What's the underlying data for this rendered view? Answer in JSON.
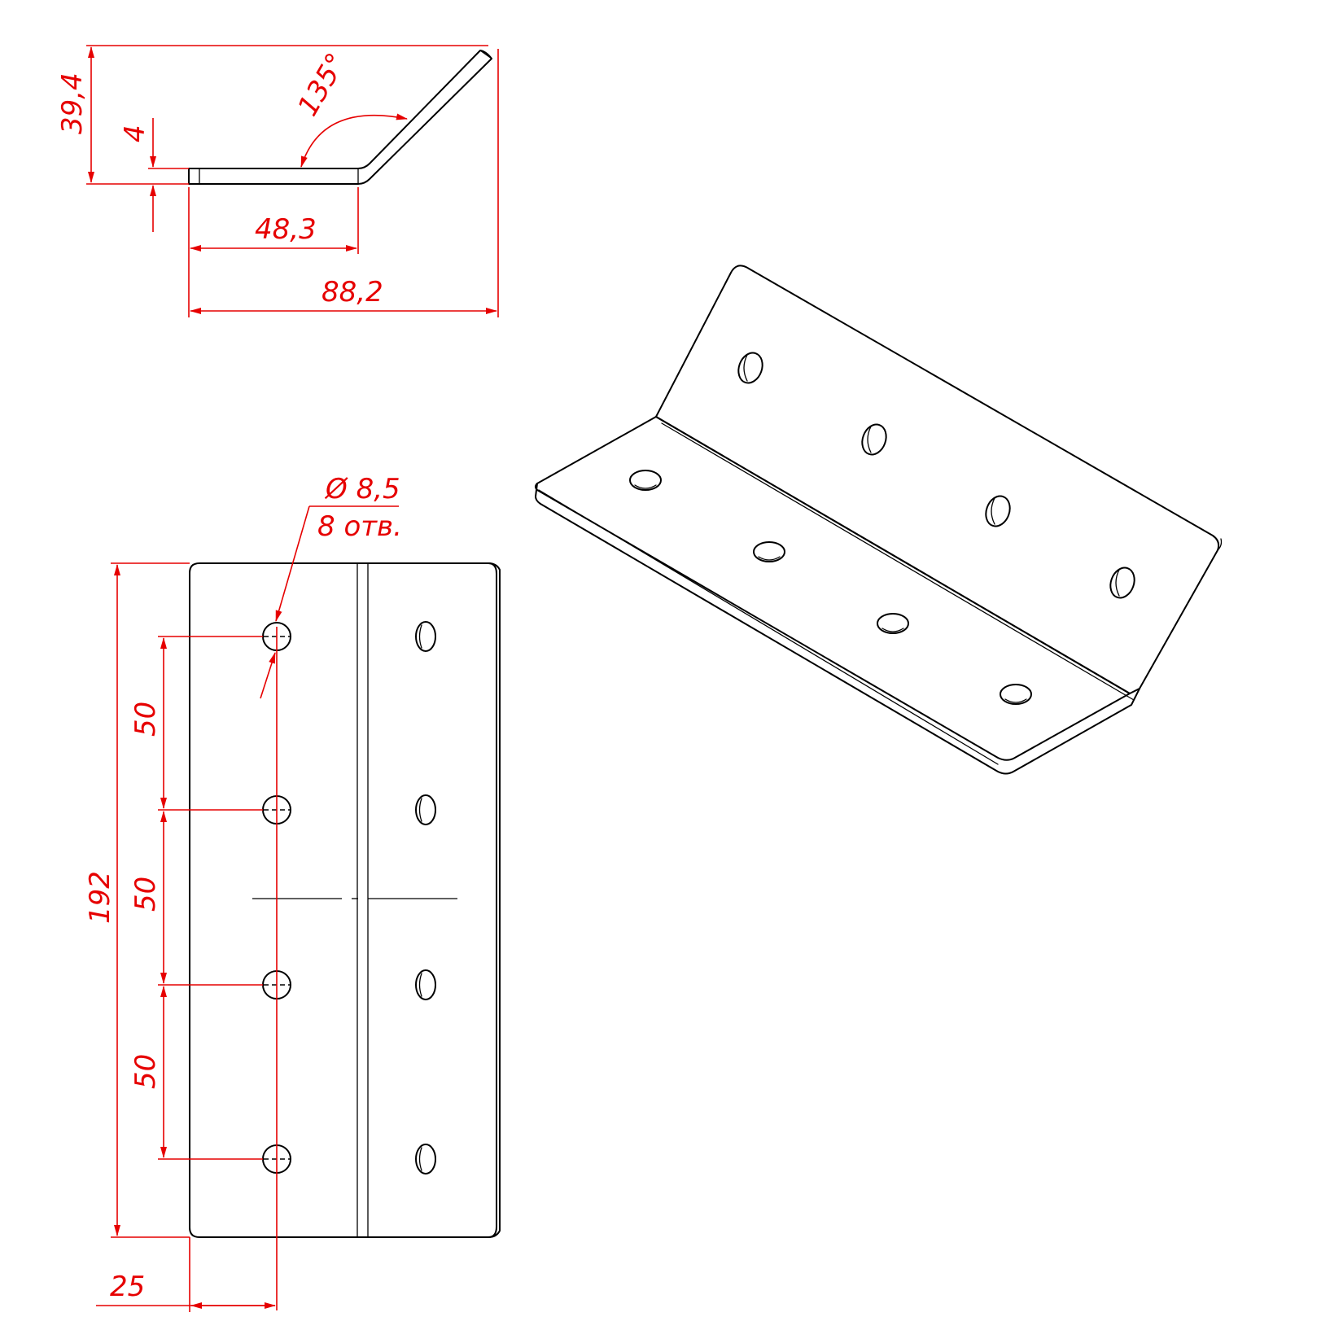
{
  "dimensions": {
    "height_total": "39,4",
    "thickness": "4",
    "angle": "135°",
    "flange_width": "48,3",
    "overall_width": "88,2",
    "hole_diameter": "Ø 8,5",
    "hole_count": "8 отв.",
    "length_total": "192",
    "pitch_1": "50",
    "pitch_2": "50",
    "pitch_3": "50",
    "edge_offset": "25"
  },
  "colors": {
    "dimension": "#e60000",
    "outline": "#000000"
  }
}
